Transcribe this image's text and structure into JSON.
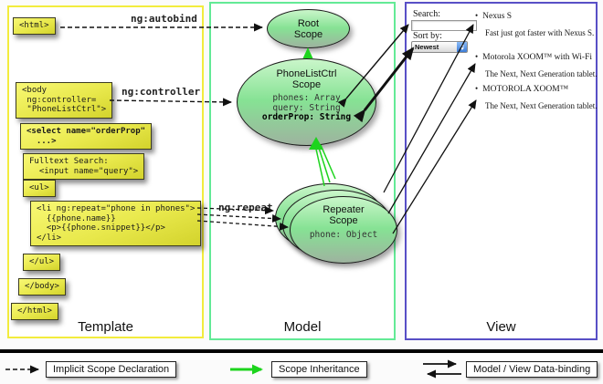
{
  "sections": {
    "template": {
      "title": "Template"
    },
    "model": {
      "title": "Model"
    },
    "view": {
      "title": "View"
    }
  },
  "annotations": {
    "autobind": "ng:autobind",
    "controller": "ng:controller",
    "repeat": "ng:repeat"
  },
  "template_code": {
    "html_open": "<html>",
    "body_open": "<body\n ng:controller=\n \"PhoneListCtrl\">",
    "select": "<select name=\"orderProp\"\n  ...>",
    "fulltext": "Fulltext Search:\n  <input name=\"query\">",
    "ul_open": "<ul>",
    "li": "<li ng:repeat=\"phone in phones\">\n  {{phone.name}}\n  <p>{{phone.snippet}}</p>\n</li>",
    "ul_close": "</ul>",
    "body_close": "</body>",
    "html_close": "</html>"
  },
  "model": {
    "root_scope_title": "Root\nScope",
    "phonelist_title": "PhoneListCtrl\nScope",
    "phonelist_prop1": "phones: Array",
    "phonelist_prop2": "query: String",
    "phonelist_prop3": "orderProp: String",
    "repeater_title": "Repeater\nScope",
    "repeater_prop": "phone: Object"
  },
  "view": {
    "search_label": "Search:",
    "search_value": "",
    "sort_label": "Sort by:",
    "sort_value": "Newest",
    "bullet": "•",
    "items": [
      {
        "name": "Nexus S",
        "desc": "Fast just got faster with Nexus S."
      },
      {
        "name": "Motorola XOOM™ with Wi-Fi",
        "desc": "The Next, Next Generation tablet."
      },
      {
        "name": "MOTOROLA XOOM™",
        "desc": "The Next, Next Generation tablet."
      }
    ]
  },
  "legend": {
    "implicit": "Implicit Scope Declaration",
    "inheritance": "Scope Inheritance",
    "databinding": "Model / View Data-binding"
  },
  "colors": {
    "template_border": "#f2ec3d",
    "model_border": "#63ea96",
    "view_border": "#584fc6",
    "code_box_yellow": "#e8e84b",
    "scope_green": "#86e294",
    "arrow_green": "#1dd41d"
  }
}
